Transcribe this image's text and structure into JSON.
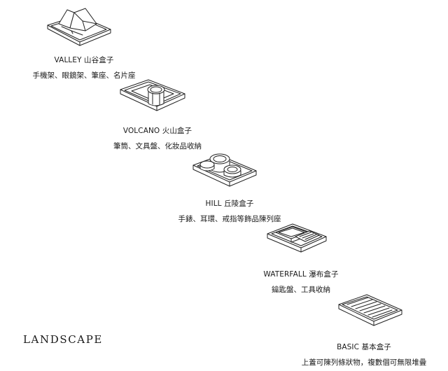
{
  "brand": "LANDSCAPE",
  "products": [
    {
      "title": "VALLEY 山谷盒子",
      "desc": "手機架、眼鏡架、筆座、名片座",
      "icon": "valley-box-illustration"
    },
    {
      "title": "VOLCANO 火山盒子",
      "desc": "筆筒、文具盤、化妝品收納",
      "icon": "volcano-box-illustration"
    },
    {
      "title": "HILL 丘陵盒子",
      "desc": "手錶、耳環、戒指等飾品陳列座",
      "icon": "hill-box-illustration"
    },
    {
      "title": "WATERFALL 瀑布盒子",
      "desc": "鑰匙盤、工具收納",
      "icon": "waterfall-box-illustration"
    },
    {
      "title": "BASIC 基本盒子",
      "desc": "上蓋可陳列條狀物，複數個可無限堆疊",
      "icon": "basic-box-illustration"
    }
  ]
}
